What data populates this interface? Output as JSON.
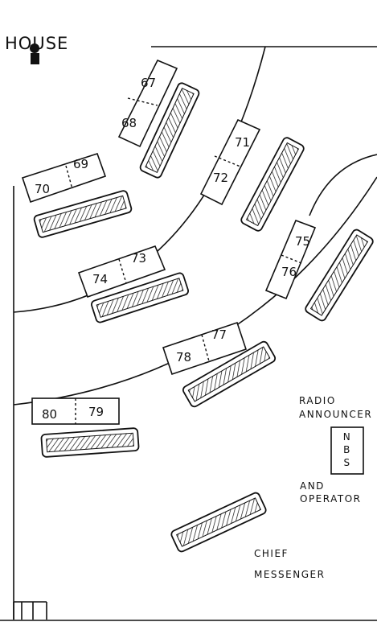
{
  "title": "HOUSE",
  "seats": [
    "67",
    "68",
    "69",
    "70",
    "71",
    "72",
    "73",
    "74",
    "75",
    "76",
    "77",
    "78",
    "79",
    "80"
  ],
  "labels": {
    "radio_line1": "RADIO",
    "radio_line2": "ANNOUNCER",
    "booth_letters": [
      "N",
      "B",
      "S"
    ],
    "operator_line1": "AND",
    "operator_line2": "OPERATOR",
    "messenger_line1": "CHIEF",
    "messenger_line2": "MESSENGER"
  },
  "colors": {
    "ink": "#111111",
    "paper": "#ffffff"
  }
}
